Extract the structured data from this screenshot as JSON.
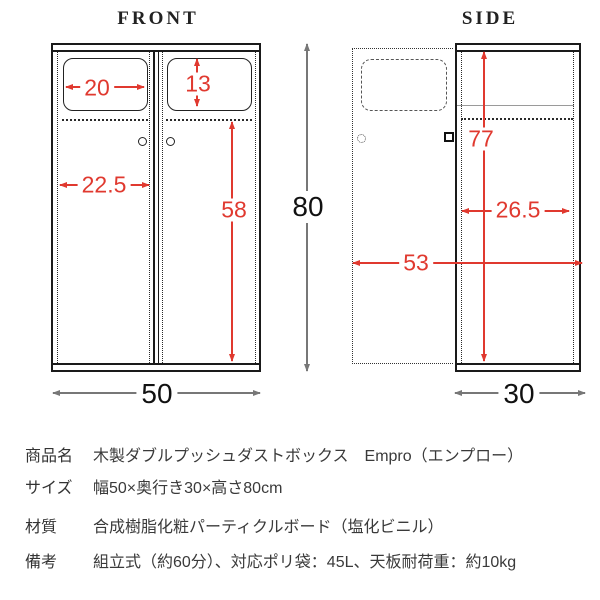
{
  "front_view": {
    "title": "FRONT",
    "dimensions": {
      "opening_width": "20",
      "opening_height": "13",
      "door_width": "22.5",
      "door_height": "58",
      "overall_height": "80",
      "overall_width": "50"
    }
  },
  "side_view": {
    "title": "SIDE",
    "dimensions": {
      "inner_height": "77",
      "inner_depth": "26.5",
      "open_door_depth": "53",
      "overall_depth": "30"
    }
  },
  "spec_table": {
    "rows": [
      {
        "label": "商品名",
        "value": "木製ダブルプッシュダストボックス　Empro（エンプロー）"
      },
      {
        "label": "サイズ",
        "value": "幅50×奥行き30×高さ80cm"
      },
      {
        "label": "材質",
        "value": "合成樹脂化粧パーティクルボード（塩化ビニル）"
      },
      {
        "label": "備考",
        "value": "組立式（約60分）、対応ポリ袋：45L、天板耐荷重：約10kg"
      }
    ]
  },
  "colors": {
    "dimension_red": "#e0392f",
    "dimension_gray": "#777777",
    "line_black": "#1a1a1a"
  }
}
